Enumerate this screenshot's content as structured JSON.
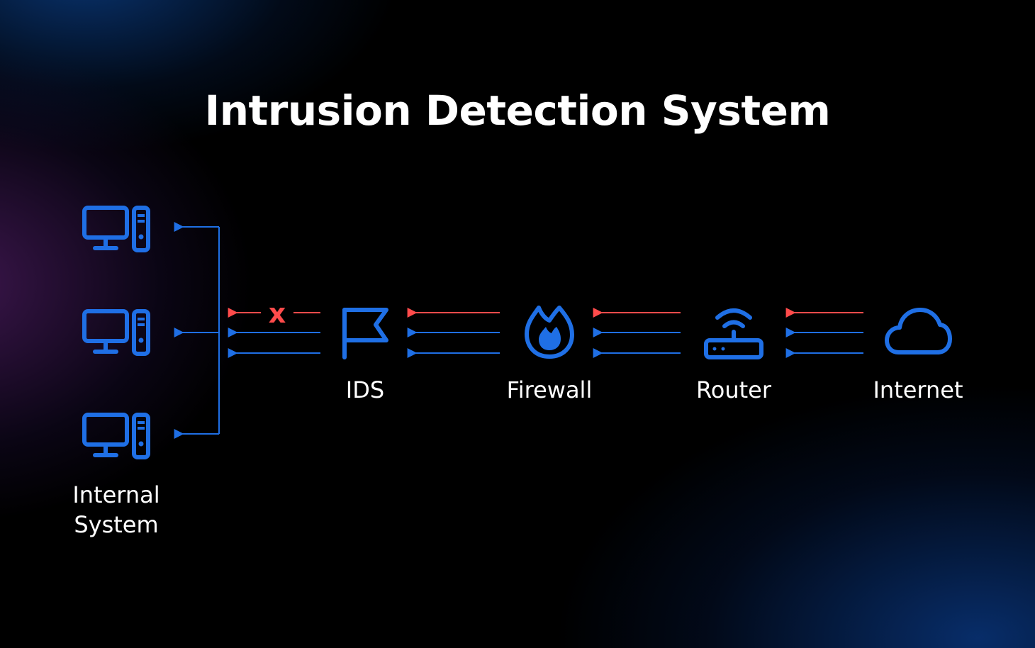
{
  "title": "Intrusion Detection System",
  "nodes": [
    {
      "id": "internal",
      "label_line1": "Internal",
      "label_line2": "System",
      "icon": "desktop-computer-icon"
    },
    {
      "id": "ids",
      "label": "IDS",
      "icon": "flag-icon"
    },
    {
      "id": "firewall",
      "label": "Firewall",
      "icon": "flame-icon"
    },
    {
      "id": "router",
      "label": "Router",
      "icon": "router-icon"
    },
    {
      "id": "internet",
      "label": "Internet",
      "icon": "cloud-icon"
    }
  ],
  "blocked_marker": "x",
  "colors": {
    "accent_blue": "#1f6fe5",
    "blocked_red": "#ff4b4b",
    "text": "#ffffff",
    "background": "#000000"
  }
}
